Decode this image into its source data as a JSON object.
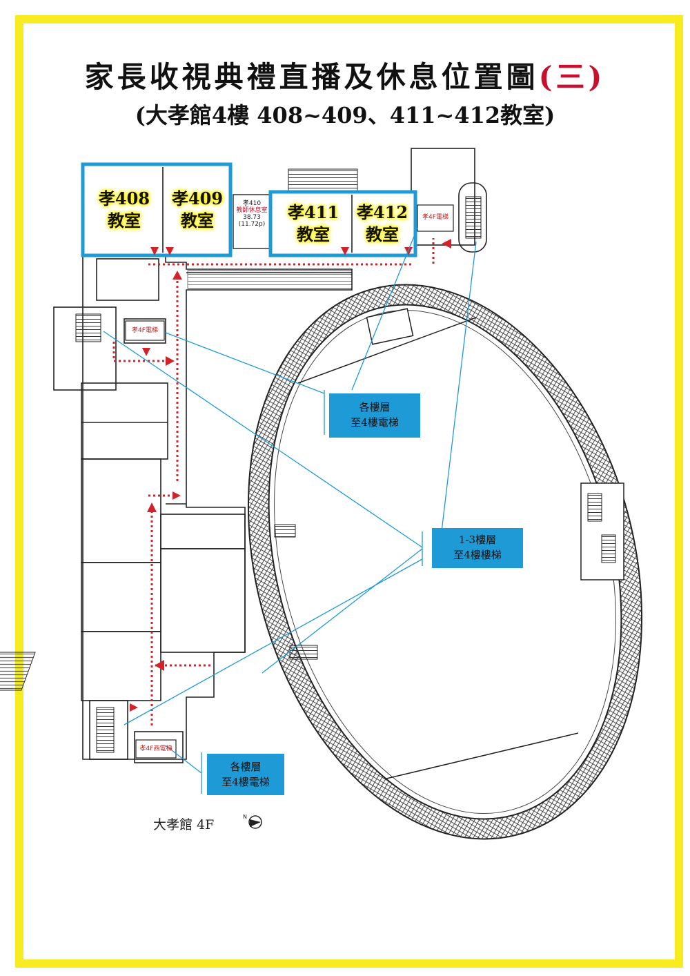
{
  "title": {
    "main": "家長收視典禮直播及休息位置圖",
    "suffix": "(三)",
    "subtitle": "(大孝館4樓 408~409、411~412教室)"
  },
  "rooms": [
    {
      "id": "408",
      "line1": "孝408",
      "line2": "教室"
    },
    {
      "id": "409",
      "line1": "孝409",
      "line2": "教室"
    },
    {
      "id": "411",
      "line1": "孝411",
      "line2": "教室"
    },
    {
      "id": "412",
      "line1": "孝412",
      "line2": "教室"
    }
  ],
  "teacher_lounge": {
    "line1": "孝410",
    "line2": "教師休息室",
    "line3": "38.73",
    "line4": "(11.72p)"
  },
  "elevator_labels": {
    "top_right": "孝4F電梯",
    "left": "孝4F電梯",
    "bottom": "孝4F西電梯"
  },
  "callouts": {
    "elevator_all_floors_upper": {
      "line1": "各樓層",
      "line2": "至4樓電梯"
    },
    "stairs_1_3": {
      "line1": "1-3樓層",
      "line2": "至4樓樓梯"
    },
    "elevator_all_floors_lower": {
      "line1": "各樓層",
      "line2": "至4樓電梯"
    }
  },
  "floor_caption": "大孝館 4F",
  "colors": {
    "frame": "#f7ec1f",
    "highlight_border": "#1e9ad6",
    "route": "#d2232a",
    "callout": "#1e9ad6",
    "title_accent": "#c8102e"
  }
}
